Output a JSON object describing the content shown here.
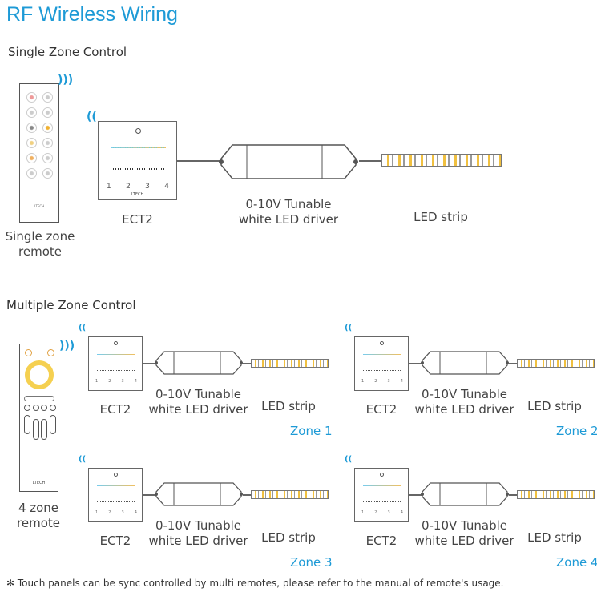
{
  "title": "RF Wireless Wiring",
  "single": {
    "heading": "Single Zone Control",
    "remote_label": "Single zone\nremote",
    "panel_label": "ECT2",
    "panel_brand": "LTECH",
    "panel_nums": [
      "1",
      "2",
      "3",
      "4"
    ],
    "driver_label": "0-10V Tunable\nwhite LED driver",
    "strip_label": "LED strip",
    "remote_brand": "LTECH"
  },
  "multi": {
    "heading": "Multiple Zone Control",
    "remote_label": "4 zone\nremote",
    "remote_brand": "LTECH",
    "zones": [
      {
        "panel": "ECT2",
        "driver": "0-10V Tunable\nwhite LED driver",
        "strip": "LED strip",
        "zone": "Zone 1"
      },
      {
        "panel": "ECT2",
        "driver": "0-10V Tunable\nwhite LED driver",
        "strip": "LED strip",
        "zone": "Zone 2"
      },
      {
        "panel": "ECT2",
        "driver": "0-10V Tunable\nwhite LED driver",
        "strip": "LED strip",
        "zone": "Zone 3"
      },
      {
        "panel": "ECT2",
        "driver": "0-10V Tunable\nwhite LED driver",
        "strip": "LED strip",
        "zone": "Zone 4"
      }
    ]
  },
  "note": "Touch panels can be sync controlled by multi remotes, please refer to the manual of remote's usage.",
  "note_symbol": "✻",
  "colors": {
    "accent": "#1d9ad6",
    "warm": "#f0b030"
  }
}
